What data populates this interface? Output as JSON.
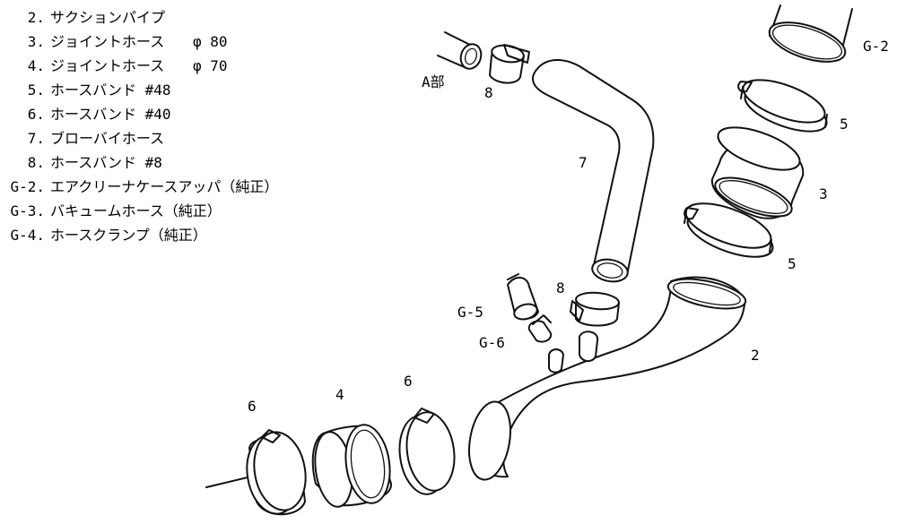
{
  "parts_list": [
    {
      "num": "2.",
      "name": "サクションパイプ",
      "size": ""
    },
    {
      "num": "3.",
      "name": "ジョイントホース",
      "size": "φ 80"
    },
    {
      "num": "4.",
      "name": "ジョイントホース",
      "size": "φ 70"
    },
    {
      "num": "5.",
      "name": "ホースバンド #48",
      "size": ""
    },
    {
      "num": "6.",
      "name": "ホースバンド #40",
      "size": ""
    },
    {
      "num": "7.",
      "name": "ブローバイホース",
      "size": ""
    },
    {
      "num": "8.",
      "name": "ホースバンド #8",
      "size": ""
    },
    {
      "num": "G-2.",
      "name": "エアクリーナケースアッパ（純正）",
      "size": ""
    },
    {
      "num": "G-3.",
      "name": "バキュームホース（純正）",
      "size": ""
    },
    {
      "num": "G-4.",
      "name": "ホースクランプ（純正）",
      "size": ""
    }
  ],
  "callouts": {
    "g2": "G-2",
    "a_part": "A部",
    "eight_top": "8",
    "five_top": "5",
    "seven": "7",
    "three": "3",
    "five_mid": "5",
    "eight_mid": "8",
    "g5": "G-5",
    "g6": "G-6",
    "two": "2",
    "six_left": "6",
    "four": "4",
    "six_mid": "6"
  }
}
